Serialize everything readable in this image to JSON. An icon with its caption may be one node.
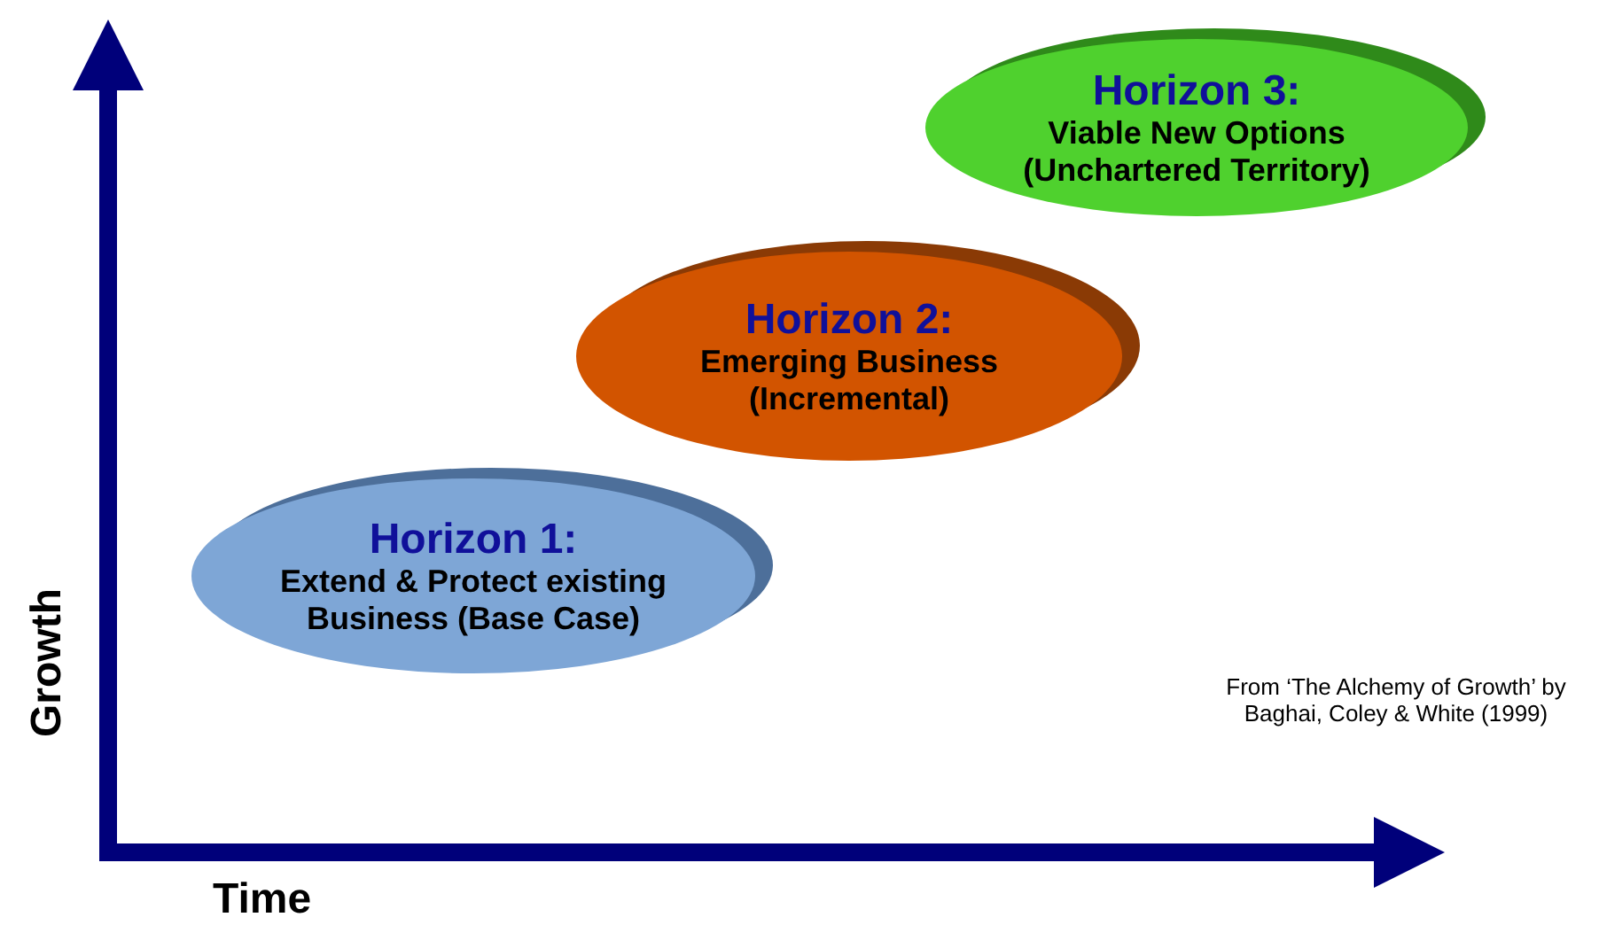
{
  "diagram": {
    "nodes": [
      {
        "text": [
          "Horizon 1:",
          "Extend & Protect existing Business (Base Case)"
        ]
      },
      {
        "text": [
          "Horizon 2:",
          "Emerging Business (Incremental)"
        ]
      },
      {
        "text": [
          "Horizon 3:",
          "Viable New Options (Unchartered Territory)"
        ]
      }
    ],
    "edges": [],
    "labels": [
      "Growth",
      "Time",
      "From ‘The Alchemy of Growth’ by Baghai, Coley & White (1999)"
    ]
  }
}
